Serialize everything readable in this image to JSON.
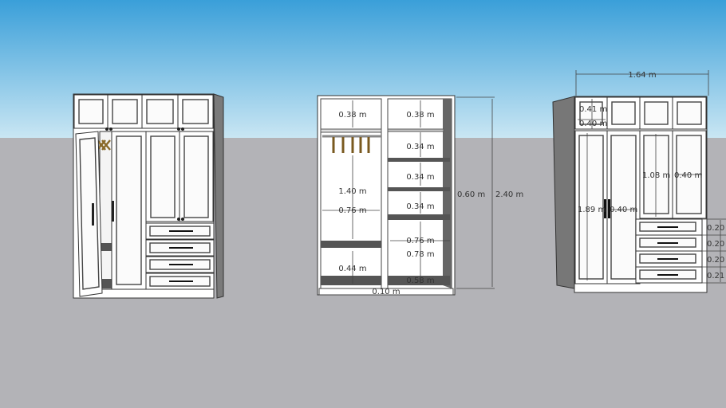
{
  "colors": {
    "sky_top": "#3a9fd9",
    "sky_horizon": "#c9e6f3",
    "ground": "#b3b3b7",
    "panel": "#ffffff",
    "shadow": "#5a5a5a"
  },
  "middle_wardrobe": {
    "labels": {
      "top_left": "0.38 m",
      "top_right": "0.38 m",
      "shelf1": "0.34 m",
      "shelf2": "0.34 m",
      "shelf3": "0.34 m",
      "hanging_height": "1.40 m",
      "hanging_width": "0.76 m",
      "bottom_left": "0.44 m",
      "bottom_right_width": "0.76 m",
      "bottom_right_height": "0.78 m",
      "depth": "0.58 m",
      "plinth": "0.10 m",
      "side_depth": "0.60 m",
      "total_height": "2.40 m"
    }
  },
  "right_wardrobe": {
    "labels": {
      "total_width": "1.64 m",
      "top_door_height": "0.41 m",
      "top_door_width": "0.40 m",
      "long_door_height": "1.89 m",
      "long_door_width": "0.40 m",
      "mid_door_height": "1.08 m",
      "mid_door_width": "0.40 m",
      "drawer1": "0.20",
      "drawer2": "0.20",
      "drawer3": "0.20",
      "drawer4": "0.21"
    }
  }
}
